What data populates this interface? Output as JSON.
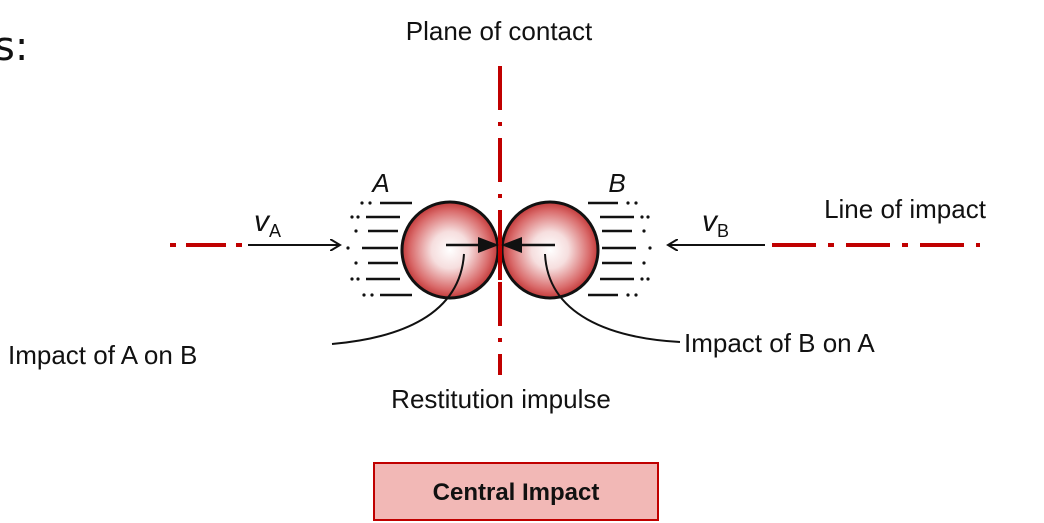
{
  "top_left_fragment": "s:",
  "labels": {
    "plane_of_contact": "Plane of contact",
    "line_of_impact": "Line of impact",
    "body_a": "A",
    "body_b": "B",
    "velocity_a_symbol": "v",
    "velocity_a_sub": "A",
    "velocity_b_symbol": "v",
    "velocity_b_sub": "B",
    "impact_a_on_b": "Impact of A on B",
    "impact_b_on_a": "Impact of B on A",
    "restitution": "Restitution impulse"
  },
  "caption": "Central Impact",
  "colors": {
    "accent": "#C00000",
    "ball_edge": "#8B0000",
    "caption_fill": "#F2B8B6",
    "caption_border": "#C00000"
  }
}
